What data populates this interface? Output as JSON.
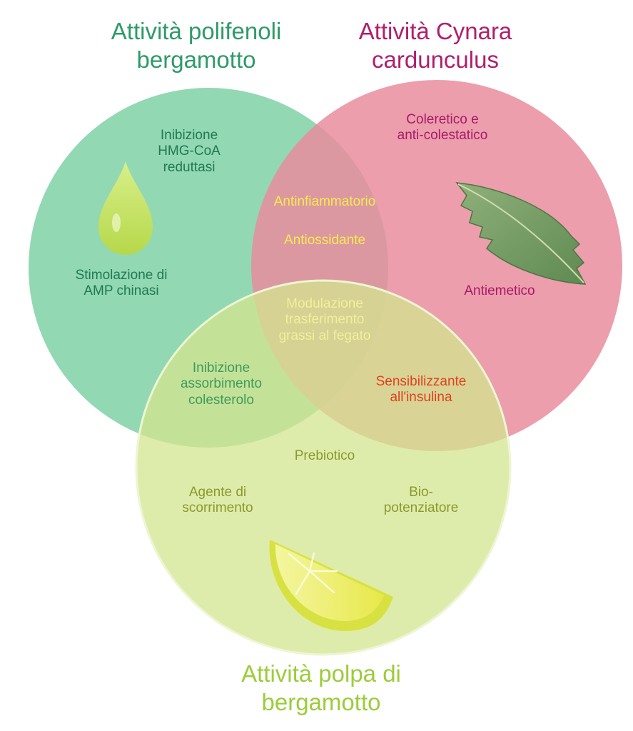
{
  "titles": {
    "green": "Attività polifenoli\nbergamotto",
    "pink": "Attività Cynara\ncardunculus",
    "lime": "Attività polpa di\nbergamotto"
  },
  "labels": {
    "green_only": {
      "hmg": "Inibizione\nHMG-CoA\nreduttasi",
      "ampk": "Stimolazione di\nAMP chinasi"
    },
    "pink_only": {
      "coleretico": "Coleretico e\nanti-colestatico",
      "antiemetico": "Antiemetico"
    },
    "green_pink": {
      "antinfiammatorio": "Antinfiammatorio",
      "antiossidante": "Antiossidante"
    },
    "center": {
      "modulazione": "Modulazione\ntrasferimento\ngrassi al fegato"
    },
    "green_lime": {
      "colesterolo": "Inibizione\nassorbimento\ncolesterolo"
    },
    "pink_lime": {
      "insulina": "Sensibilizzante\nall'insulina"
    },
    "lime_only": {
      "prebiotico": "Prebiotico",
      "scorrimento": "Agente di\nscorrimento",
      "biopotenziatore": "Bio-\npotenziatore"
    }
  },
  "colors": {
    "green_circle": "#7fd1a6",
    "pink_circle": "#e98d9d",
    "lime_circle": "#d3e68f",
    "title_green": "#2e9a6a",
    "title_pink": "#b01f6b",
    "title_lime": "#9ccc3a",
    "text_green": "#1f7a52",
    "text_pink": "#a8196a",
    "text_yellow": "#f5ee4a",
    "text_olive": "#8a9a2e",
    "text_red": "#e0411f"
  },
  "icons": [
    "droplet-icon",
    "leaf-icon",
    "lemon-slice-icon"
  ]
}
